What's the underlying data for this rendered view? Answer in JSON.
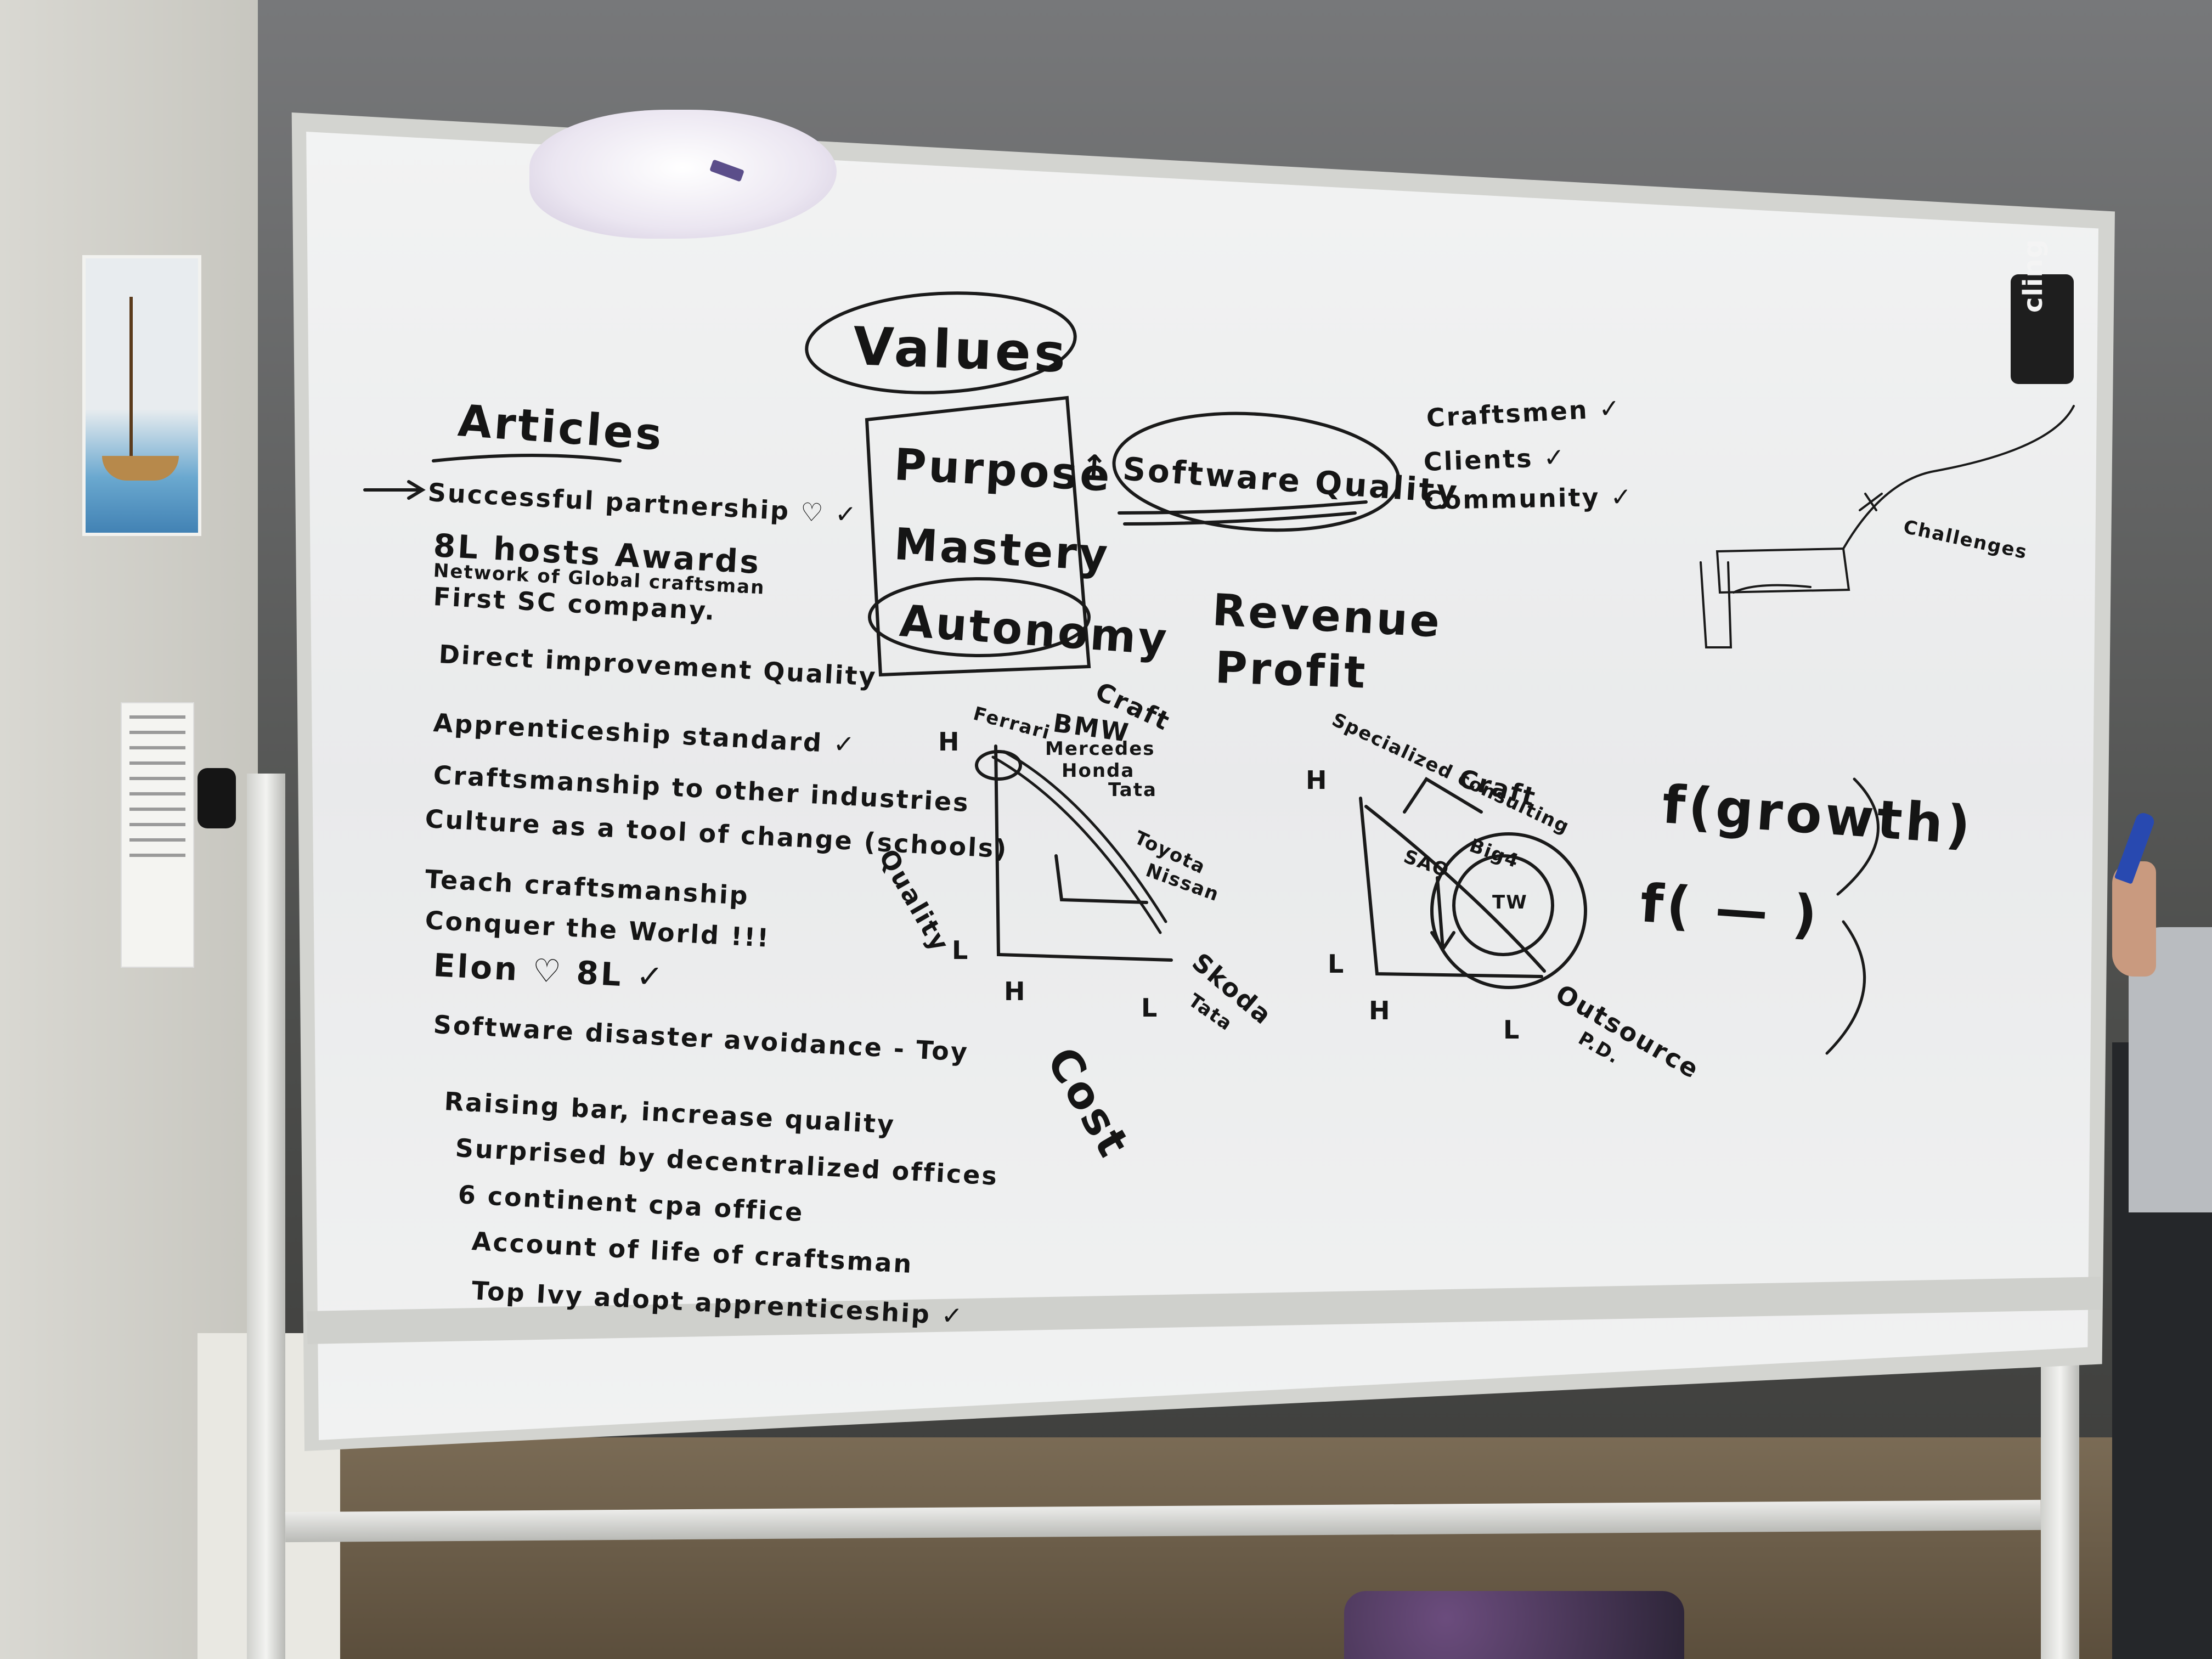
{
  "eraser": {
    "brand": "cling"
  },
  "board": {
    "articles": {
      "heading": "Articles",
      "items": [
        {
          "text": "Successful partnership ♡ ✓",
          "check": ""
        },
        {
          "text": "8L hosts Awards",
          "check": ""
        },
        {
          "text": "Network of Global craftsman",
          "check": ""
        },
        {
          "text": "First SC company.",
          "check": ""
        },
        {
          "text": "Direct improvement Quality",
          "check": ""
        },
        {
          "text": "Apprenticeship standard ✓",
          "check": ""
        },
        {
          "text": "Craftsmanship to other industries",
          "check": ""
        },
        {
          "text": "Culture as a tool of change (schools)",
          "check": ""
        },
        {
          "text": "Teach craftsmanship",
          "check": ""
        },
        {
          "text": "Conquer the World !!!",
          "check": ""
        },
        {
          "text": "Elon ♡ 8L ✓",
          "check": ""
        },
        {
          "text": "Software disaster avoidance - Toy",
          "check": ""
        },
        {
          "text": "Raising bar, increase quality",
          "check": ""
        },
        {
          "text": "Surprised by decentralized offices",
          "check": ""
        },
        {
          "text": "6 continent cpa office",
          "check": ""
        },
        {
          "text": "Account of life of craftsman",
          "check": ""
        },
        {
          "text": "Top Ivy adopt apprenticeship ✓",
          "check": ""
        }
      ]
    },
    "values": {
      "heading": "Values",
      "items": [
        "Purpose",
        "Mastery",
        "Autonomy"
      ]
    },
    "software_quality": "↑ Software Quality",
    "stakeholders": [
      "Craftsmen ✓",
      "Clients ✓",
      "Community ✓"
    ],
    "revenue": "Revenue",
    "profit": "Profit",
    "challenges": "Challenges",
    "graph1": {
      "y_label": "Quality",
      "x_label": "Cost",
      "craft": "Craft",
      "y_high": "H",
      "y_low": "L",
      "x_high": "H",
      "x_low": "L",
      "ferrari": "Ferrari",
      "bmw": "BMW",
      "mercedes": "Mercedes",
      "honda": "Honda",
      "tata": "Tata",
      "toyota": "Toyota",
      "nissan": "Nissan",
      "skoda": "Skoda",
      "tata2": "Tata"
    },
    "graph2": {
      "specialized": "Specialized consulting",
      "craft": "Craft",
      "y_high": "H",
      "y_low": "L",
      "x_high": "H",
      "x_low": "L",
      "outsource": "Outsource",
      "outsource_sub": "P.D.",
      "sao": "SAO",
      "tw": "TW",
      "big4": "Big4"
    },
    "f_growth": "f(growth)",
    "f_minus": "f( — )"
  }
}
